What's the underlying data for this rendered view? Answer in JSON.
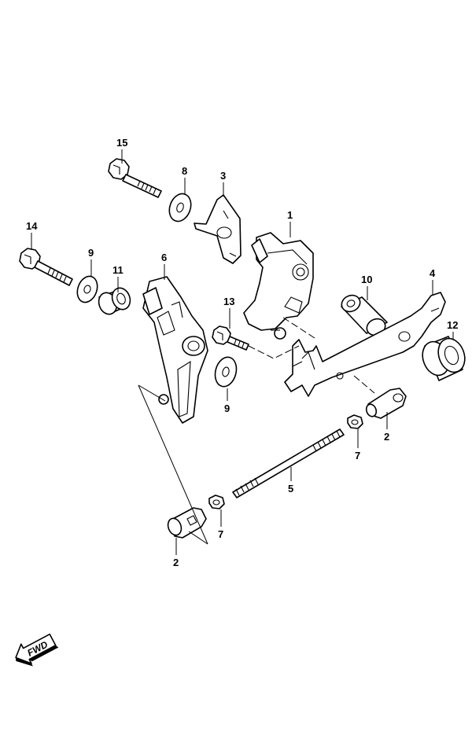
{
  "callouts": {
    "c15": "15",
    "c8": "8",
    "c3": "3",
    "c14": "14",
    "c9a": "9",
    "c11": "11",
    "c6": "6",
    "c1": "1",
    "c10": "10",
    "c4": "4",
    "c13": "13",
    "c12": "12",
    "c9b": "9",
    "c2a": "2",
    "c7a": "7",
    "c5": "5",
    "c7b": "7",
    "c2b": "2"
  },
  "direction_badge": {
    "label": "FWD"
  }
}
